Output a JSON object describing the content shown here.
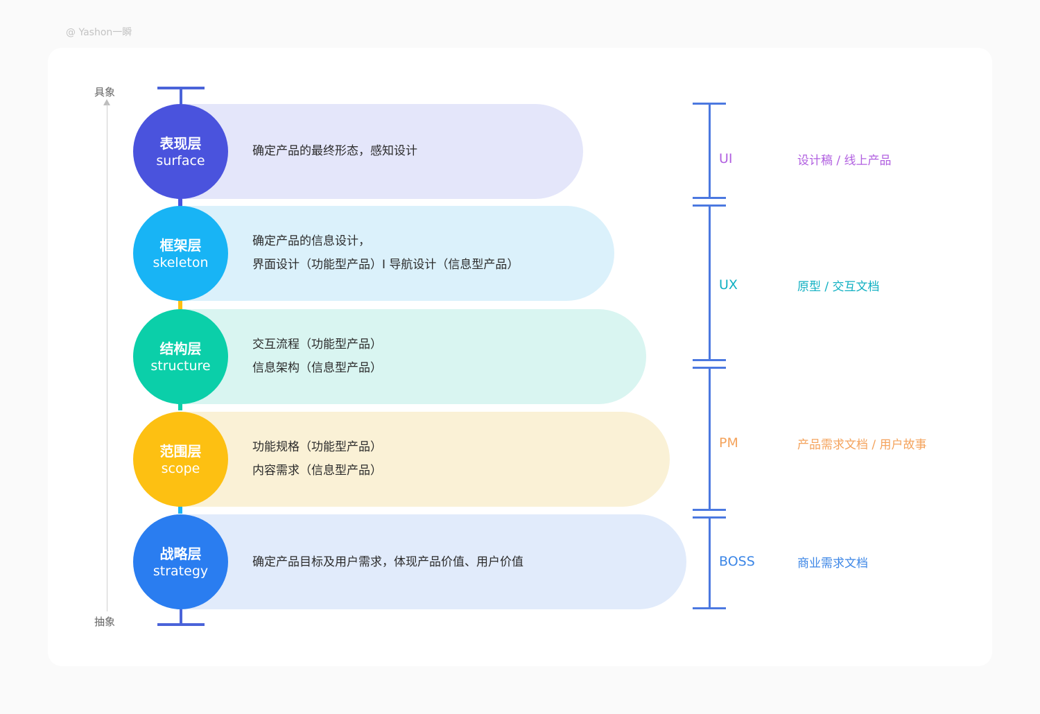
{
  "watermark": "@ Yashon一瞬",
  "axis": {
    "top_label": "具象",
    "bottom_label": "抽象"
  },
  "layers": [
    {
      "name_cn": "表现层",
      "name_en": "surface",
      "lines": [
        "确定产品的最终形态，感知设计"
      ],
      "circle_color": "#4a53dd",
      "band_color": "#e4e6fa"
    },
    {
      "name_cn": "框架层",
      "name_en": "skeleton",
      "lines": [
        "确定产品的信息设计，",
        "界面设计（功能型产品）I 导航设计（信息型产品）"
      ],
      "circle_color": "#18b4f5",
      "band_color": "#dbf1fb"
    },
    {
      "name_cn": "结构层",
      "name_en": "structure",
      "lines": [
        "交互流程（功能型产品）",
        "信息架构（信息型产品）"
      ],
      "circle_color": "#0bcfa9",
      "band_color": "#d9f5f1"
    },
    {
      "name_cn": "范围层",
      "name_en": "scope",
      "lines": [
        "功能规格（功能型产品）",
        "内容需求（信息型产品）"
      ],
      "circle_color": "#fdc012",
      "band_color": "#faf1d6"
    },
    {
      "name_cn": "战略层",
      "name_en": "strategy",
      "lines": [
        "确定产品目标及用户需求，体现产品价值、用户价值"
      ],
      "circle_color": "#2a7df0",
      "band_color": "#e1ebfb"
    }
  ],
  "roles": [
    {
      "role": "UI",
      "deliverable": "设计稿 / 线上产品",
      "color": "#b160e0"
    },
    {
      "role": "UX",
      "deliverable": "原型 / 交互文档",
      "color": "#10b0c2"
    },
    {
      "role": "PM",
      "deliverable": "产品需求文档 / 用户故事",
      "color": "#f4a35c"
    },
    {
      "role": "BOSS",
      "deliverable": "商业需求文档",
      "color": "#3c86e6"
    }
  ],
  "bracket_color": "#4b78e0",
  "connector_colors": [
    "#4a53dd",
    "#fdc012",
    "#0bcfa9",
    "#18b4f5"
  ]
}
